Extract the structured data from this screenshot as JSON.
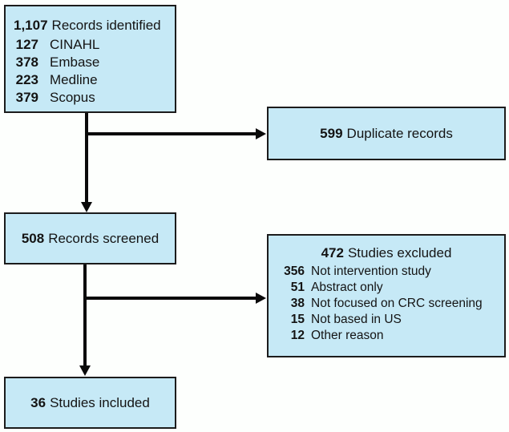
{
  "palette": {
    "box_fill": "#c6e9f6",
    "box_border": "#1c1c1c",
    "arrow_color": "#0a0a0a",
    "text_color": "#141414",
    "background": "#fdfffd"
  },
  "boxes": {
    "identified": {
      "number": "1,107",
      "label": "Records identified",
      "items": [
        {
          "number": "127",
          "label": "CINAHL"
        },
        {
          "number": "378",
          "label": "Embase"
        },
        {
          "number": "223",
          "label": "Medline"
        },
        {
          "number": "379",
          "label": "Scopus"
        }
      ]
    },
    "duplicates": {
      "number": "599",
      "label": "Duplicate records"
    },
    "screened": {
      "number": "508",
      "label": "Records screened"
    },
    "excluded": {
      "number": "472",
      "label": "Studies excluded",
      "items": [
        {
          "number": "356",
          "label": "Not intervention study"
        },
        {
          "number": "51",
          "label": "Abstract only"
        },
        {
          "number": "38",
          "label": "Not focused on CRC screening"
        },
        {
          "number": "15",
          "label": "Not based in US"
        },
        {
          "number": "12",
          "label": "Other reason"
        }
      ]
    },
    "included": {
      "number": "36",
      "label": "Studies included"
    }
  }
}
